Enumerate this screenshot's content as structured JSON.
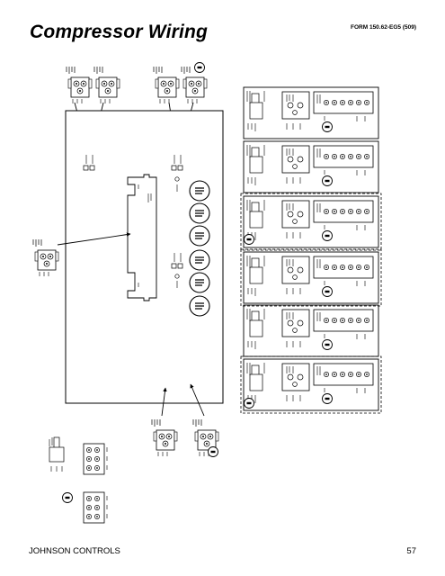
{
  "header": {
    "title": "Compressor Wiring",
    "form_code": "FORM 150.62-EG5 (509)"
  },
  "footer": {
    "company": "JOHNSON CONTROLS",
    "page_number": "57"
  }
}
